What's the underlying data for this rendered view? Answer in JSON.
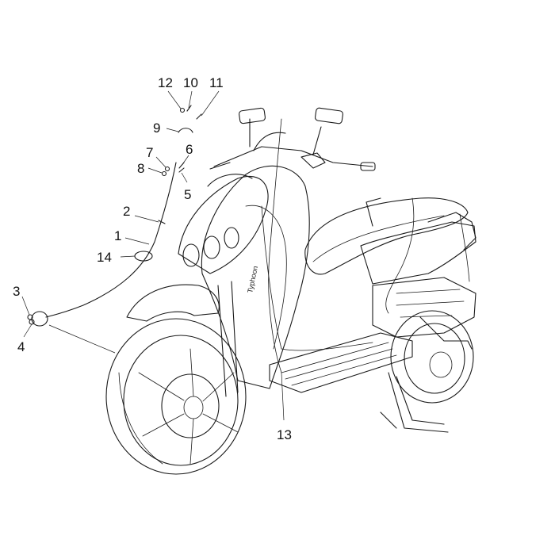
{
  "diagram": {
    "callouts": [
      {
        "id": "c1",
        "label": "1"
      },
      {
        "id": "c2",
        "label": "2"
      },
      {
        "id": "c3",
        "label": "3"
      },
      {
        "id": "c4",
        "label": "4"
      },
      {
        "id": "c5",
        "label": "5"
      },
      {
        "id": "c6",
        "label": "6"
      },
      {
        "id": "c7",
        "label": "7"
      },
      {
        "id": "c8",
        "label": "8"
      },
      {
        "id": "c9",
        "label": "9"
      },
      {
        "id": "c10",
        "label": "10"
      },
      {
        "id": "c11",
        "label": "11"
      },
      {
        "id": "c12",
        "label": "12"
      },
      {
        "id": "c13",
        "label": "13"
      },
      {
        "id": "c14",
        "label": "14"
      }
    ],
    "brand_text": "Typhoon"
  }
}
